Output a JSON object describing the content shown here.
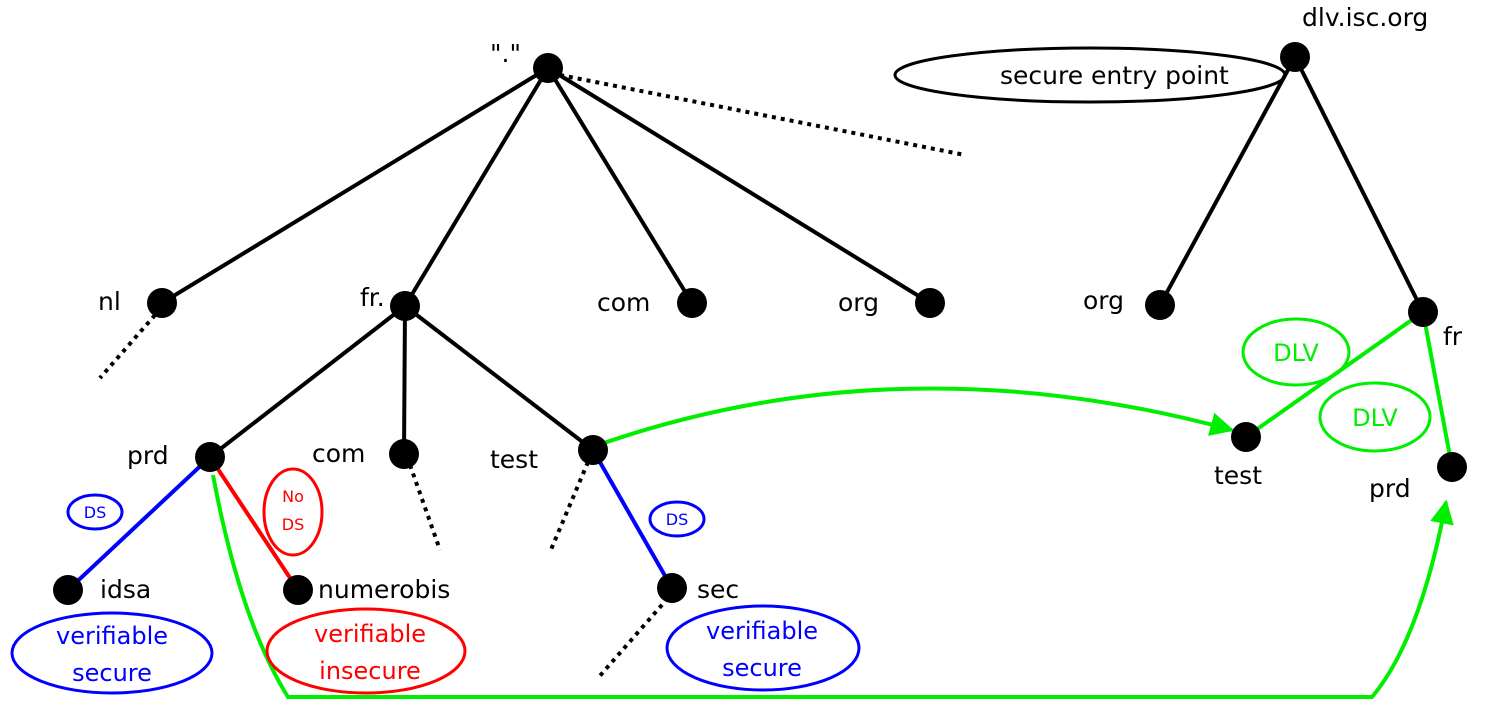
{
  "colors": {
    "black": "#000000",
    "blue": "#0000ff",
    "red": "#ff0000",
    "green": "#00ee00"
  },
  "tree": {
    "root": "\".\"",
    "tld": {
      "nl": "nl",
      "fr": "fr.",
      "com": "com",
      "org": "org"
    },
    "fr_children": {
      "prd": "prd",
      "com": "com",
      "test": "test"
    },
    "leaves": {
      "idsa": "idsa",
      "numerobis": "numerobis",
      "sec": "sec"
    }
  },
  "dlv": {
    "root": "dlv.isc.org",
    "entry_point": "secure entry point",
    "org": "org",
    "fr": "fr",
    "test": "test",
    "prd": "prd",
    "dlv_label_1": "DLV",
    "dlv_label_2": "DLV"
  },
  "badges": {
    "ds_1": "DS",
    "ds_2": "DS",
    "no_ds_line1": "No",
    "no_ds_line2": "DS"
  },
  "status": {
    "idsa_line1": "verifiable",
    "idsa_line2": "secure",
    "numerobis_line1": "verifiable",
    "numerobis_line2": "insecure",
    "sec_line1": "verifiable",
    "sec_line2": "secure"
  }
}
